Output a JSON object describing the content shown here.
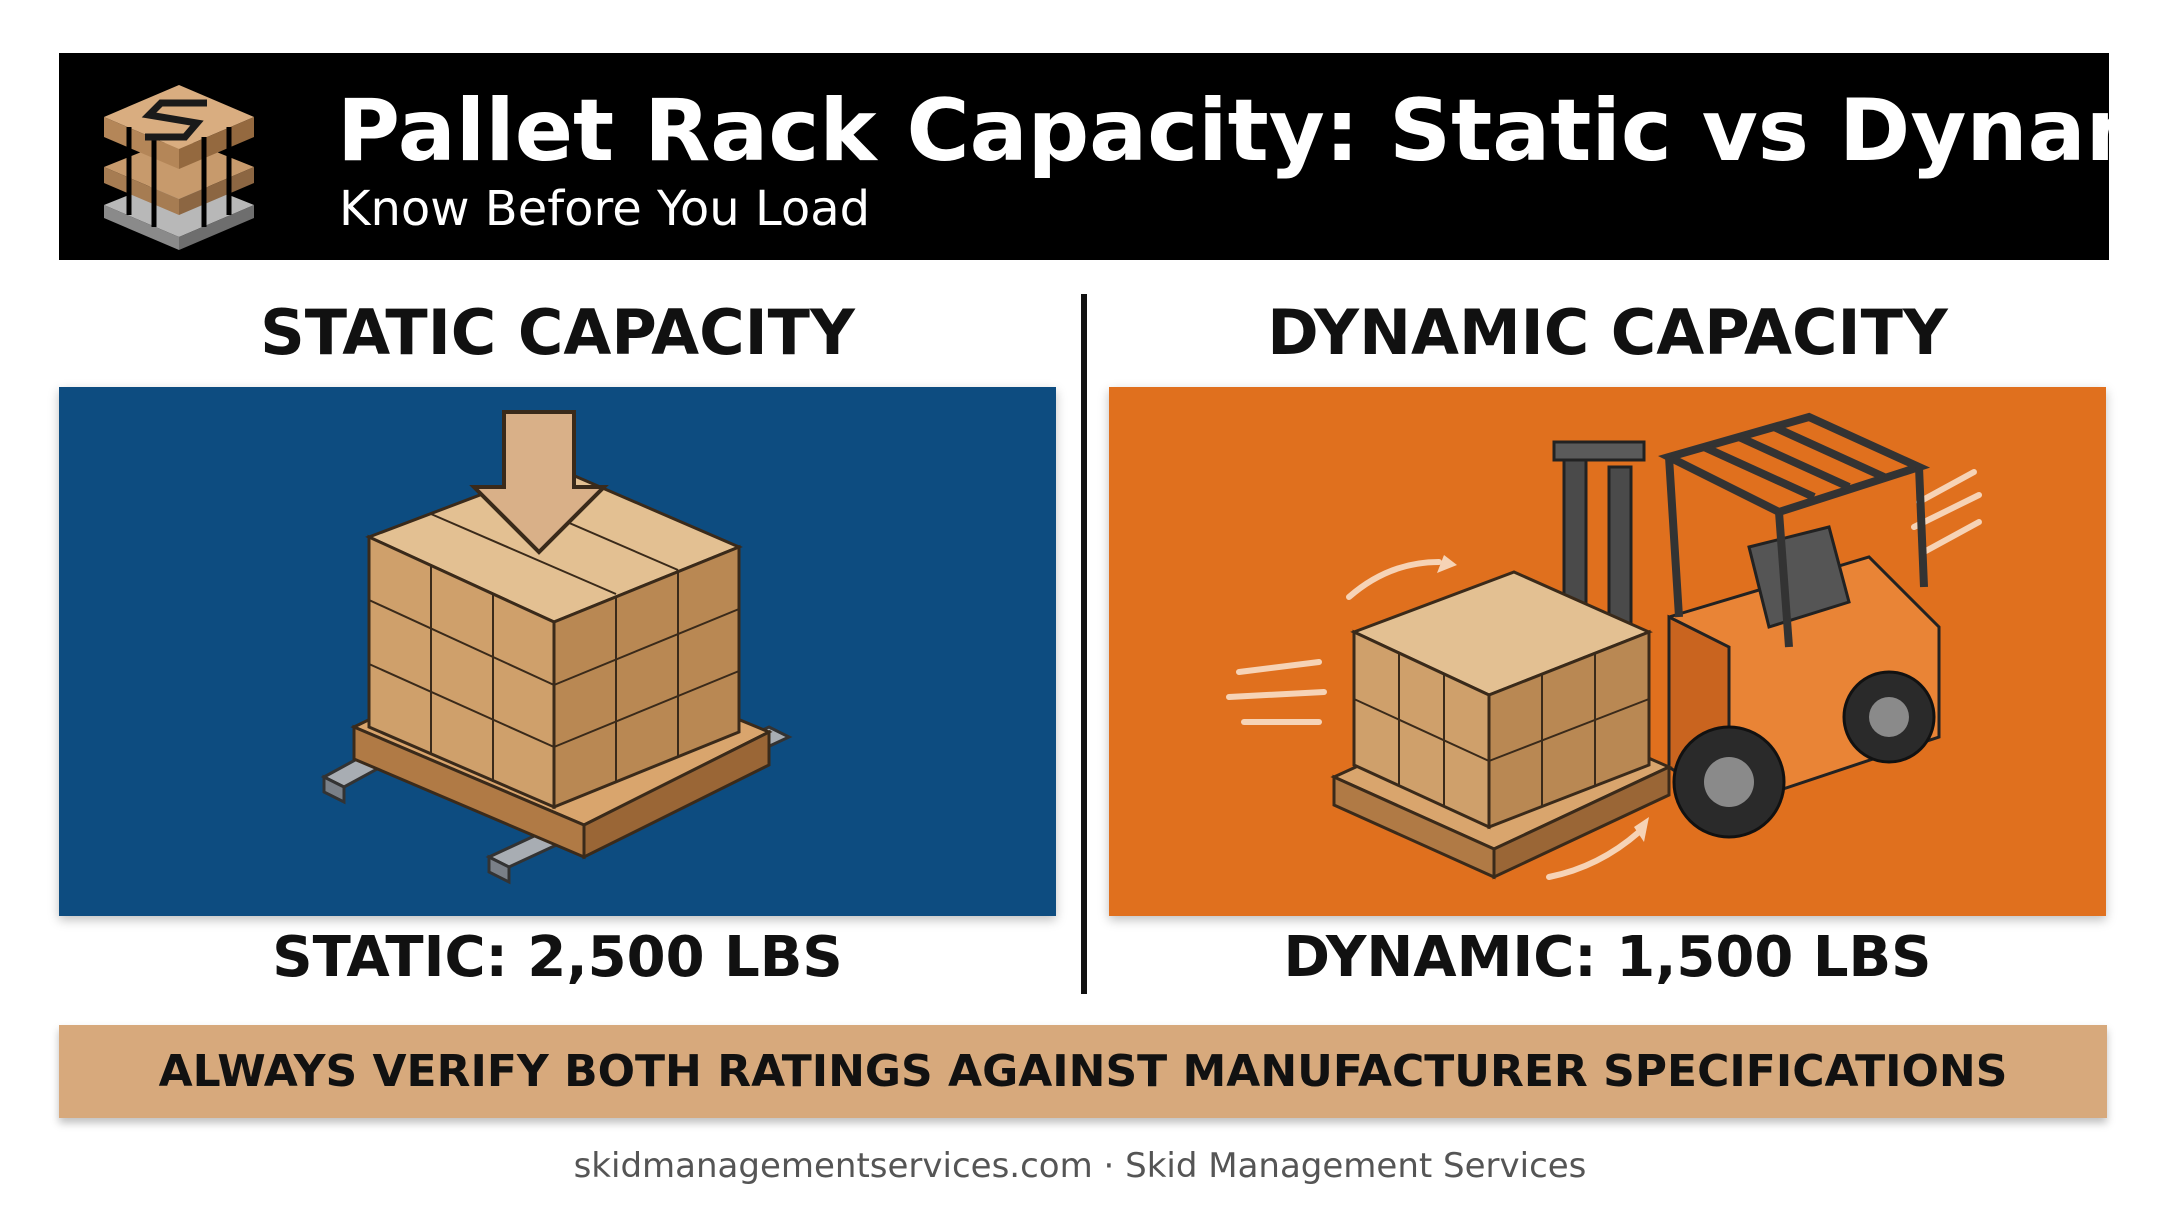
{
  "header": {
    "title": "Pallet Rack Capacity: Static vs Dynamic",
    "subtitle": "Know Before You Load",
    "logo_icon": "pallet-stack-logo-icon"
  },
  "left": {
    "heading": "STATIC CAPACITY",
    "illustration": "loaded-pallet-with-down-arrow-on-beams",
    "rating": "STATIC: 2,500 LBS",
    "color": "#0d4c80"
  },
  "right": {
    "heading": "DYNAMIC CAPACITY",
    "illustration": "forklift-carrying-loaded-pallet",
    "rating": "DYNAMIC: 1,500 LBS",
    "color": "#e0701e"
  },
  "banner": {
    "text": "ALWAYS VERIFY BOTH RATINGS AGAINST MANUFACTURER SPECIFICATIONS",
    "color": "#d7a97c"
  },
  "footer": {
    "text": "skidmanagementservices.com · Skid Management Services"
  }
}
